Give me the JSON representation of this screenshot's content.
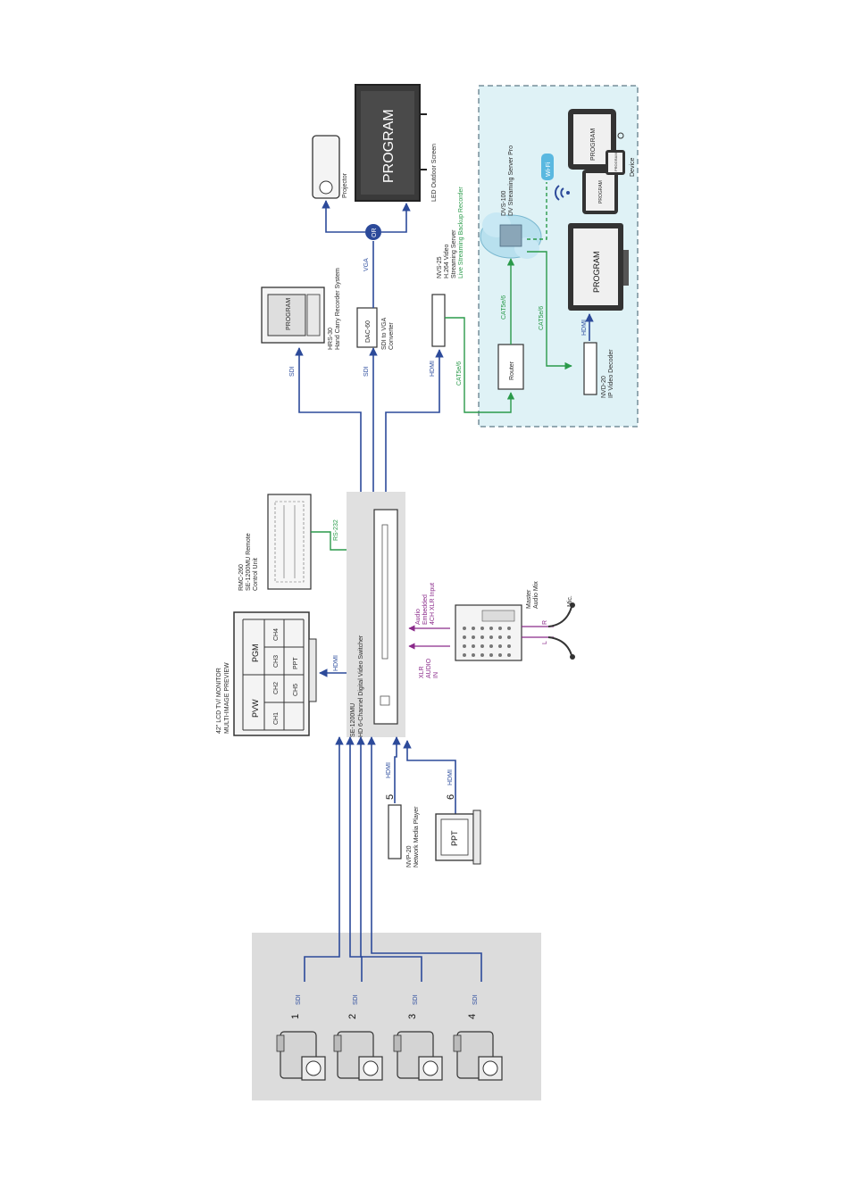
{
  "switcher": {
    "model": "SE-1200MU",
    "desc": "HD 6-Channel Digital Video Switcher"
  },
  "monitor": {
    "title": "42\" LCD TV/ MONITOR",
    "subtitle": "MULTI-IMAGE PREVIEW",
    "cells": [
      "PVW",
      "PGM",
      "CH1",
      "CH2",
      "CH3",
      "CH4",
      "CH5",
      "PPT"
    ],
    "link": "HDMI"
  },
  "remote": {
    "model": "RMC-260",
    "desc1": "SE-1200MU Remote",
    "desc2": "Control Unit",
    "link": "RS-232"
  },
  "hrs": {
    "model": "HRS-30",
    "desc": "Hand Carry Recorder System",
    "screen": "PROGRAM",
    "link": "SDI"
  },
  "dac": {
    "model": "DAC-60",
    "desc1": "SDI to VGA",
    "desc2": "Converter",
    "link_in": "SDI",
    "link_out": "VGA"
  },
  "or_badge": "OR",
  "projector": {
    "label": "Projector"
  },
  "led": {
    "screen": "PROGRAM",
    "label": "LED Outdoor Screen"
  },
  "nvs": {
    "model": "NVS-25",
    "desc1": "H.264 Video",
    "desc2": "Streaming Server",
    "desc3": "Live Streaming Backup Recorder",
    "link_in": "HDMI",
    "link_out": "CAT5e/6"
  },
  "router": {
    "label": "Router",
    "link": "CAT5e/6"
  },
  "dvs": {
    "model": "DVS-100",
    "desc": "DV Streaming Server Pro",
    "wifi": "Wi-Fi",
    "link": "CAT5e/6"
  },
  "device": {
    "label": "Device",
    "screen1": "PROGRAM",
    "screen2": "PROGRAM",
    "screen3": "PROGRAM"
  },
  "nvd": {
    "model": "NVD-20",
    "desc": "IP Video Decoder",
    "link": "HDMI",
    "screen": "PROGRAM"
  },
  "audio": {
    "xlr1": "XLR",
    "xlr2": "AUDIO",
    "xlr3": "IN",
    "emb1": "Audio",
    "emb2": "Embedded",
    "emb3": "4CH XLR Input",
    "mixer1": "Master",
    "mixer2": "Audio Mix",
    "mic": "Mic.",
    "left": "L",
    "right": "R"
  },
  "nvp": {
    "model": "NVP-20",
    "desc": "Network Media Player",
    "num": "5",
    "link": "HDMI"
  },
  "ppt": {
    "label": "PPT",
    "num": "6",
    "link": "HDMI"
  },
  "cameras": [
    {
      "num": "1",
      "link": "SDI"
    },
    {
      "num": "2",
      "link": "SDI"
    },
    {
      "num": "3",
      "link": "SDI"
    },
    {
      "num": "4",
      "link": "SDI"
    }
  ],
  "colors": {
    "signal_blue": "#2c4a9a",
    "control_green": "#2a9a4a",
    "audio_purple": "#8a2a8a",
    "network_bg": "#dff2f6"
  }
}
